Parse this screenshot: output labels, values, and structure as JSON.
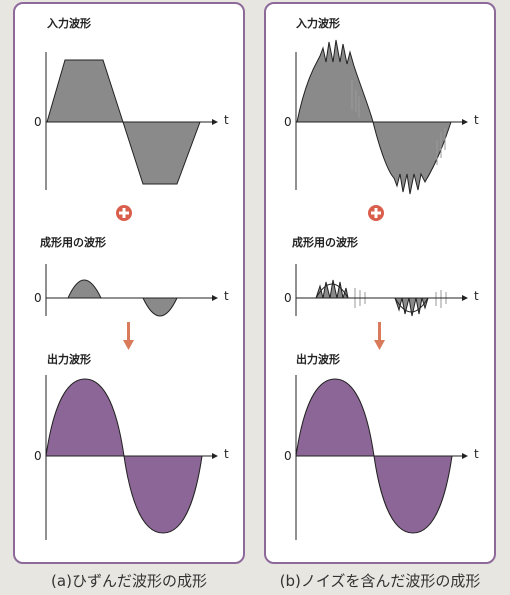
{
  "panels": [
    {
      "caption": "(a)ひずんだ波形の成形",
      "input_label": "入力波形",
      "shaping_label": "成形用の波形",
      "output_label": "出力波形"
    },
    {
      "caption": "(b)ノイズを含んだ波形の成形",
      "input_label": "入力波形",
      "shaping_label": "成形用の波形",
      "output_label": "出力波形"
    }
  ],
  "axis": {
    "origin": "0",
    "time": "t"
  },
  "colors": {
    "border": "#8e6a9a",
    "input_fill": "#8a8a8a",
    "output_fill": "#8b6696",
    "plus_sign": "#d95f4c",
    "arrow": "#d97a5a"
  },
  "icons": {
    "plus": "plus-circle-icon",
    "arrow": "arrow-down-icon"
  }
}
